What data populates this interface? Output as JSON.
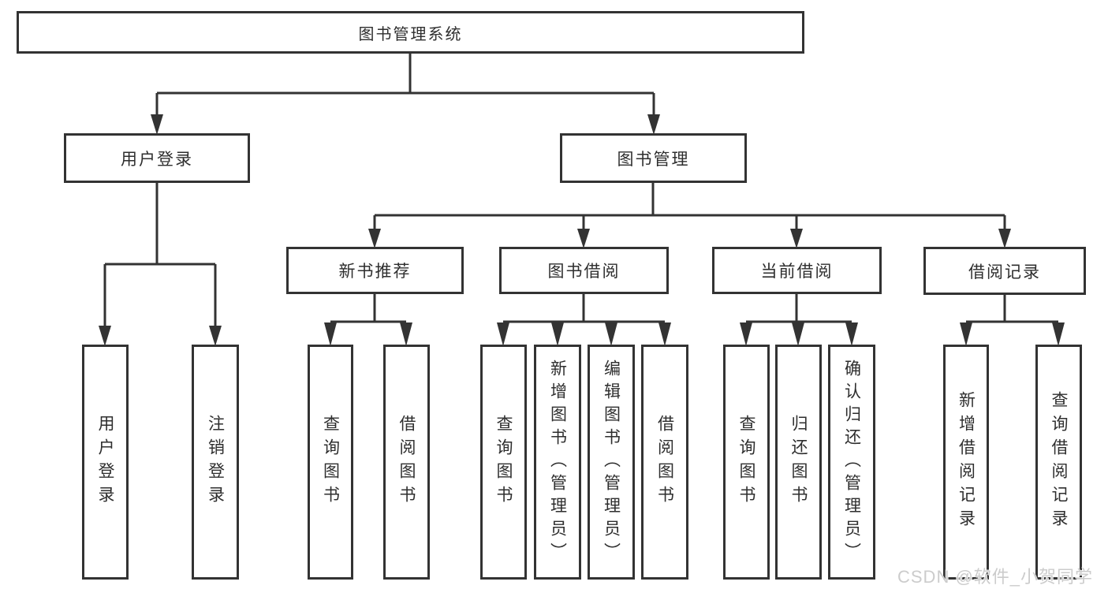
{
  "tree": {
    "root": {
      "label": "图书管理系统",
      "children": [
        {
          "label": "用户登录",
          "children": [
            {
              "label": "用户登录"
            },
            {
              "label": "注销登录"
            }
          ]
        },
        {
          "label": "图书管理",
          "children": [
            {
              "label": "新书推荐",
              "children": [
                {
                  "label": "查询图书"
                },
                {
                  "label": "借阅图书"
                }
              ]
            },
            {
              "label": "图书借阅",
              "children": [
                {
                  "label": "查询图书"
                },
                {
                  "label": "新增图书（管理员）"
                },
                {
                  "label": "编辑图书（管理员）"
                },
                {
                  "label": "借阅图书"
                }
              ]
            },
            {
              "label": "当前借阅",
              "children": [
                {
                  "label": "查询图书"
                },
                {
                  "label": "归还图书"
                },
                {
                  "label": "确认归还（管理员）"
                }
              ]
            },
            {
              "label": "借阅记录",
              "children": [
                {
                  "label": "新增借阅记录"
                },
                {
                  "label": "查询借阅记录"
                }
              ]
            }
          ]
        }
      ]
    }
  },
  "watermark": {
    "text": "CSDN @软件_小贺同学"
  },
  "colors": {
    "background": "#ffffff",
    "line": "#333333",
    "box_border": "#333333",
    "text": "#2e2e2e",
    "watermark": "#cccccc"
  }
}
